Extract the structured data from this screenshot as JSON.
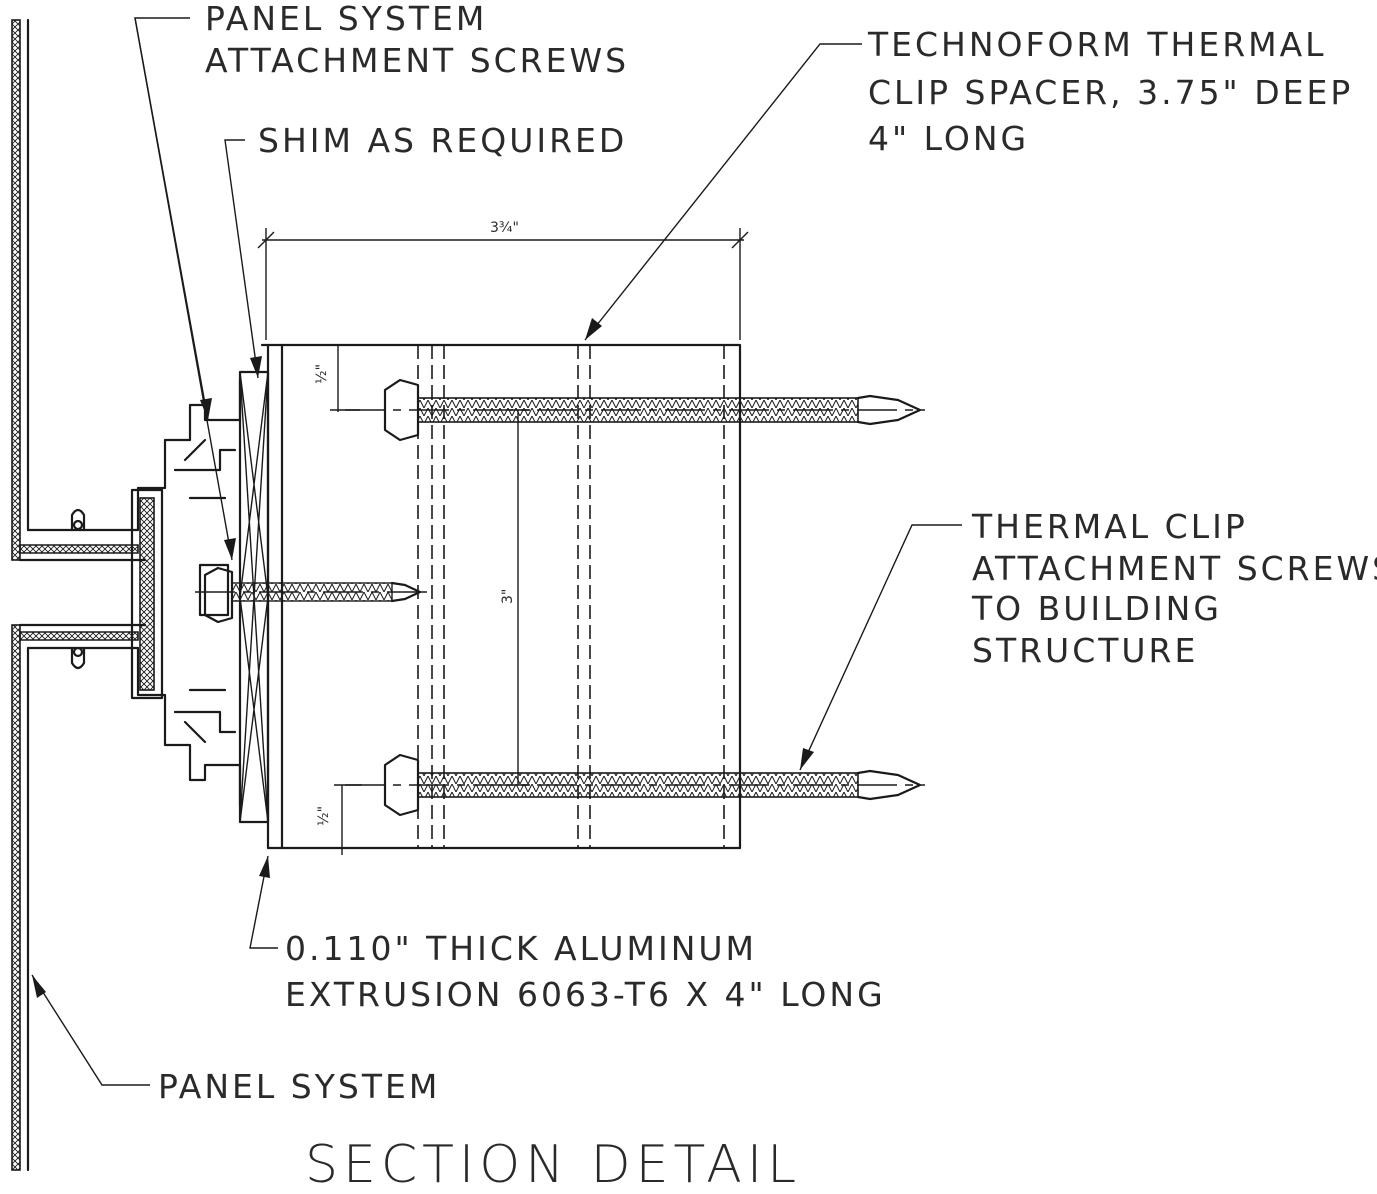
{
  "title": "SECTION DETAIL",
  "labels": {
    "panel_screws": [
      "PANEL SYSTEM",
      "ATTACHMENT SCREWS"
    ],
    "shim": [
      "SHIM AS REQUIRED"
    ],
    "spacer": [
      "TECHNOFORM THERMAL",
      "CLIP SPACER, 3.75\" DEEP",
      "4\" LONG"
    ],
    "clip_screws": [
      "THERMAL CLIP",
      "ATTACHMENT SCREWS",
      "TO BUILDING",
      "STRUCTURE"
    ],
    "extrusion": [
      "0.110\" THICK ALUMINUM",
      "EXTRUSION 6063-T6 X 4\" LONG"
    ],
    "panel_system": [
      "PANEL SYSTEM"
    ]
  },
  "dimensions": {
    "width": "3¾\"",
    "top_offset": "½\"",
    "screw_spacing": "3\"",
    "bottom_offset": "½\""
  }
}
